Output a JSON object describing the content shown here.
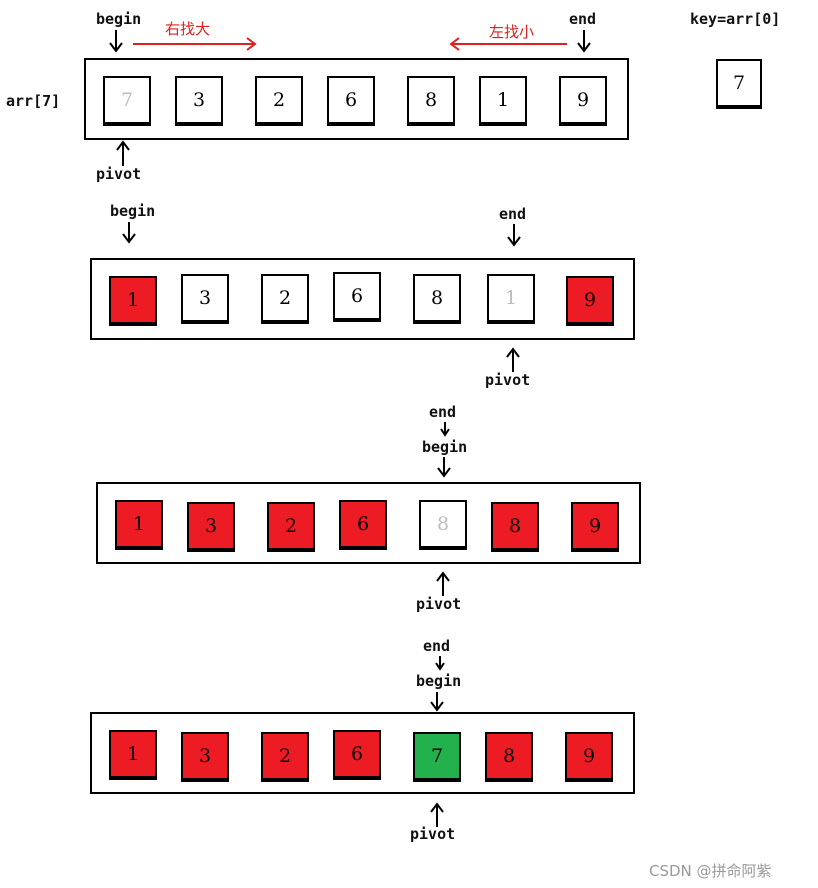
{
  "labels": {
    "arr": "arr[7]",
    "key": "key=arr[0]",
    "begin": "begin",
    "end": "end",
    "pivot": "pivot",
    "right_find_big": "右找大",
    "left_find_small": "左找小"
  },
  "key_value": "7",
  "rows": [
    {
      "cells": [
        {
          "value": "7",
          "fill": "white",
          "dim": true
        },
        {
          "value": "3",
          "fill": "white"
        },
        {
          "value": "2",
          "fill": "white"
        },
        {
          "value": "6",
          "fill": "white"
        },
        {
          "value": "8",
          "fill": "white"
        },
        {
          "value": "1",
          "fill": "white"
        },
        {
          "value": "9",
          "fill": "white"
        }
      ]
    },
    {
      "cells": [
        {
          "value": "1",
          "fill": "red"
        },
        {
          "value": "3",
          "fill": "white"
        },
        {
          "value": "2",
          "fill": "white"
        },
        {
          "value": "6",
          "fill": "white"
        },
        {
          "value": "8",
          "fill": "white"
        },
        {
          "value": "1",
          "fill": "white",
          "dim": true
        },
        {
          "value": "9",
          "fill": "red"
        }
      ]
    },
    {
      "cells": [
        {
          "value": "1",
          "fill": "red"
        },
        {
          "value": "3",
          "fill": "red"
        },
        {
          "value": "2",
          "fill": "red"
        },
        {
          "value": "6",
          "fill": "red"
        },
        {
          "value": "8",
          "fill": "white",
          "dim": true
        },
        {
          "value": "8",
          "fill": "red"
        },
        {
          "value": "9",
          "fill": "red"
        }
      ]
    },
    {
      "cells": [
        {
          "value": "1",
          "fill": "red"
        },
        {
          "value": "3",
          "fill": "red"
        },
        {
          "value": "2",
          "fill": "red"
        },
        {
          "value": "6",
          "fill": "red"
        },
        {
          "value": "7",
          "fill": "green"
        },
        {
          "value": "8",
          "fill": "red"
        },
        {
          "value": "9",
          "fill": "red"
        }
      ]
    }
  ],
  "colors": {
    "red": "#ed1c24",
    "green": "#22b14c",
    "annotation": "#e0201f"
  },
  "watermark": "CSDN @拼命阿紫"
}
